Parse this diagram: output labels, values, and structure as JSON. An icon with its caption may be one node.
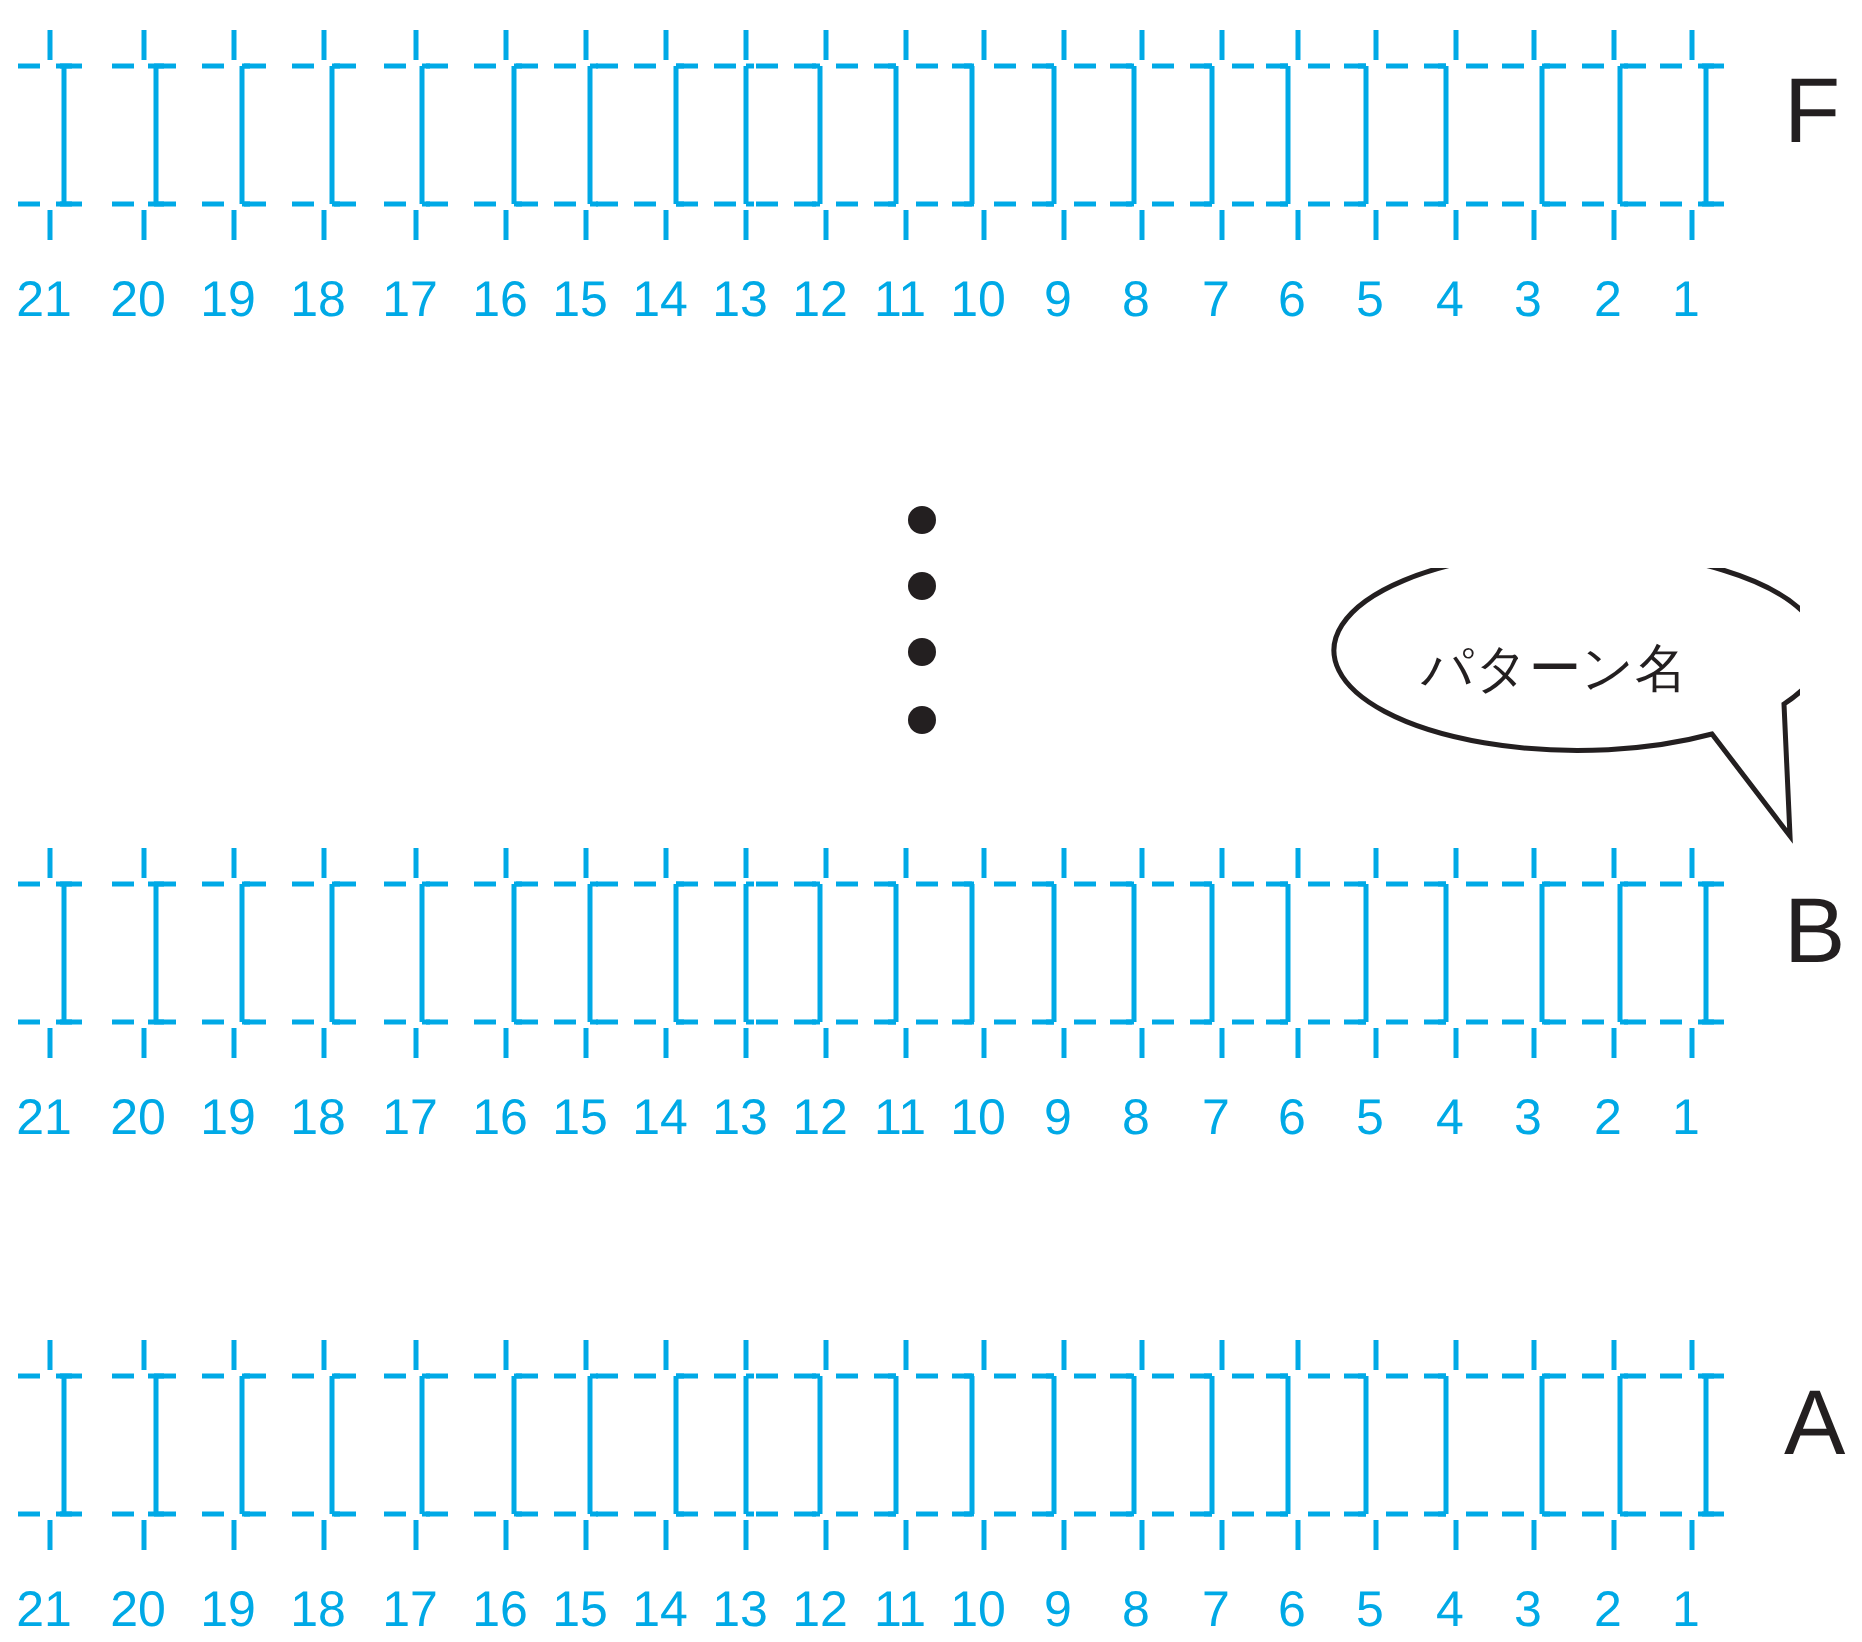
{
  "diagram": {
    "nodes": [
      {
        "text": [
          "パターン名"
        ]
      }
    ],
    "labels": [
      "F",
      "21",
      "20",
      "19",
      "18",
      "17",
      "16",
      "15",
      "14",
      "13",
      "12",
      "11",
      "10",
      "9",
      "8",
      "7",
      "6",
      "5",
      "4",
      "3",
      "2",
      "1",
      "B",
      "21",
      "20",
      "19",
      "18",
      "17",
      "16",
      "15",
      "14",
      "13",
      "12",
      "11",
      "10",
      "9",
      "8",
      "7",
      "6",
      "5",
      "4",
      "3",
      "2",
      "1",
      "A",
      "21",
      "20",
      "19",
      "18",
      "17",
      "16",
      "15",
      "14",
      "13",
      "12",
      "11",
      "10",
      "9",
      "8",
      "7",
      "6",
      "5",
      "4",
      "3",
      "2",
      "1"
    ]
  }
}
